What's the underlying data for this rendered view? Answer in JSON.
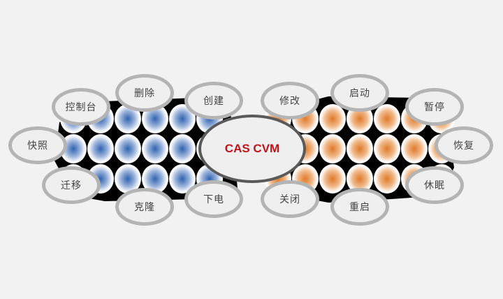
{
  "center": {
    "label": "CAS CVM"
  },
  "nodes": [
    {
      "label": "控制台"
    },
    {
      "label": "删除"
    },
    {
      "label": "创建"
    },
    {
      "label": "快照"
    },
    {
      "label": "迁移"
    },
    {
      "label": "克隆"
    },
    {
      "label": "下电"
    },
    {
      "label": "修改"
    },
    {
      "label": "启动"
    },
    {
      "label": "暂停"
    },
    {
      "label": "恢复"
    },
    {
      "label": "休眠"
    },
    {
      "label": "关闭"
    },
    {
      "label": "重启"
    }
  ],
  "colors": {
    "left_dot": "#2f63b0",
    "right_dot": "#e07a2a",
    "center_text": "#c0141c"
  }
}
